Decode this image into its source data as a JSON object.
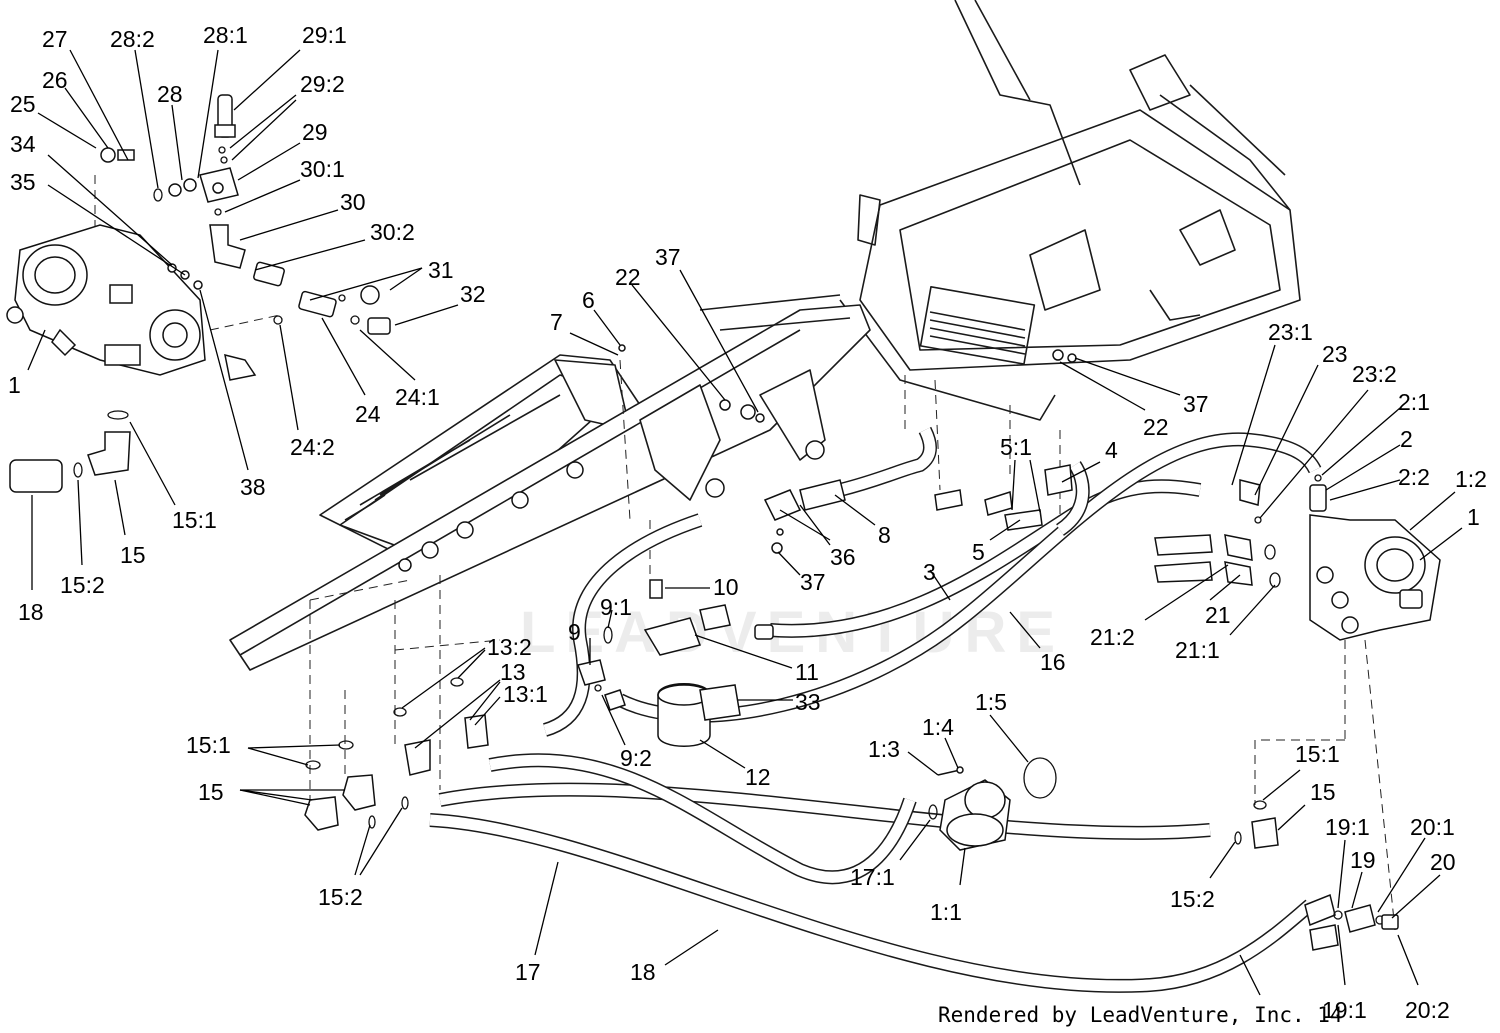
{
  "credit": "Rendered by LeadVenture, Inc. 14",
  "watermark": "LEADVENTURE",
  "callouts": [
    {
      "id": "c-27",
      "text": "27"
    },
    {
      "id": "c-28-2",
      "text": "28:2"
    },
    {
      "id": "c-28-1",
      "text": "28:1"
    },
    {
      "id": "c-29-1",
      "text": "29:1"
    },
    {
      "id": "c-26",
      "text": "26"
    },
    {
      "id": "c-25",
      "text": "25"
    },
    {
      "id": "c-28",
      "text": "28"
    },
    {
      "id": "c-29-2",
      "text": "29:2"
    },
    {
      "id": "c-34",
      "text": "34"
    },
    {
      "id": "c-29",
      "text": "29"
    },
    {
      "id": "c-35",
      "text": "35"
    },
    {
      "id": "c-30-1",
      "text": "30:1"
    },
    {
      "id": "c-30",
      "text": "30"
    },
    {
      "id": "c-30-2",
      "text": "30:2"
    },
    {
      "id": "c-31",
      "text": "31"
    },
    {
      "id": "c-32",
      "text": "32"
    },
    {
      "id": "c-1-left",
      "text": "1"
    },
    {
      "id": "c-24",
      "text": "24"
    },
    {
      "id": "c-24-1",
      "text": "24:1"
    },
    {
      "id": "c-24-2",
      "text": "24:2"
    },
    {
      "id": "c-38",
      "text": "38"
    },
    {
      "id": "c-15-1-top",
      "text": "15:1"
    },
    {
      "id": "c-15-top",
      "text": "15"
    },
    {
      "id": "c-15-2-top",
      "text": "15:2"
    },
    {
      "id": "c-18-left",
      "text": "18"
    },
    {
      "id": "c-37-top",
      "text": "37"
    },
    {
      "id": "c-22-left",
      "text": "22"
    },
    {
      "id": "c-6",
      "text": "6"
    },
    {
      "id": "c-7",
      "text": "7"
    },
    {
      "id": "c-37-right",
      "text": "37"
    },
    {
      "id": "c-22-right",
      "text": "22"
    },
    {
      "id": "c-23-1",
      "text": "23:1"
    },
    {
      "id": "c-23",
      "text": "23"
    },
    {
      "id": "c-23-2",
      "text": "23:2"
    },
    {
      "id": "c-2-1",
      "text": "2:1"
    },
    {
      "id": "c-2",
      "text": "2"
    },
    {
      "id": "c-2-2",
      "text": "2:2"
    },
    {
      "id": "c-1-2",
      "text": "1:2"
    },
    {
      "id": "c-1-right",
      "text": "1"
    },
    {
      "id": "c-5-1",
      "text": "5:1"
    },
    {
      "id": "c-4",
      "text": "4"
    },
    {
      "id": "c-8",
      "text": "8"
    },
    {
      "id": "c-5",
      "text": "5"
    },
    {
      "id": "c-36",
      "text": "36"
    },
    {
      "id": "c-37-mid",
      "text": "37"
    },
    {
      "id": "c-10",
      "text": "10"
    },
    {
      "id": "c-3",
      "text": "3"
    },
    {
      "id": "c-16",
      "text": "16"
    },
    {
      "id": "c-21-2",
      "text": "21:2"
    },
    {
      "id": "c-21",
      "text": "21"
    },
    {
      "id": "c-21-1",
      "text": "21:1"
    },
    {
      "id": "c-9-1",
      "text": "9:1"
    },
    {
      "id": "c-9",
      "text": "9"
    },
    {
      "id": "c-11",
      "text": "11"
    },
    {
      "id": "c-13-2",
      "text": "13:2"
    },
    {
      "id": "c-13",
      "text": "13"
    },
    {
      "id": "c-13-1",
      "text": "13:1"
    },
    {
      "id": "c-33",
      "text": "33"
    },
    {
      "id": "c-1-5",
      "text": "1:5"
    },
    {
      "id": "c-1-4",
      "text": "1:4"
    },
    {
      "id": "c-1-3",
      "text": "1:3"
    },
    {
      "id": "c-9-2",
      "text": "9:2"
    },
    {
      "id": "c-12",
      "text": "12"
    },
    {
      "id": "c-15-1-bottom",
      "text": "15:1"
    },
    {
      "id": "c-15-bottom",
      "text": "15"
    },
    {
      "id": "c-15-1-right",
      "text": "15:1"
    },
    {
      "id": "c-15-right",
      "text": "15"
    },
    {
      "id": "c-17-1",
      "text": "17:1"
    },
    {
      "id": "c-1-1",
      "text": "1:1"
    },
    {
      "id": "c-15-2-bottom",
      "text": "15:2"
    },
    {
      "id": "c-15-2-right",
      "text": "15:2"
    },
    {
      "id": "c-19-1-top",
      "text": "19:1"
    },
    {
      "id": "c-19",
      "text": "19"
    },
    {
      "id": "c-20-1",
      "text": "20:1"
    },
    {
      "id": "c-20",
      "text": "20"
    },
    {
      "id": "c-17",
      "text": "17"
    },
    {
      "id": "c-18-bottom",
      "text": "18"
    },
    {
      "id": "c-19-1-bottom",
      "text": "19:1"
    },
    {
      "id": "c-20-2",
      "text": "20:2"
    }
  ]
}
